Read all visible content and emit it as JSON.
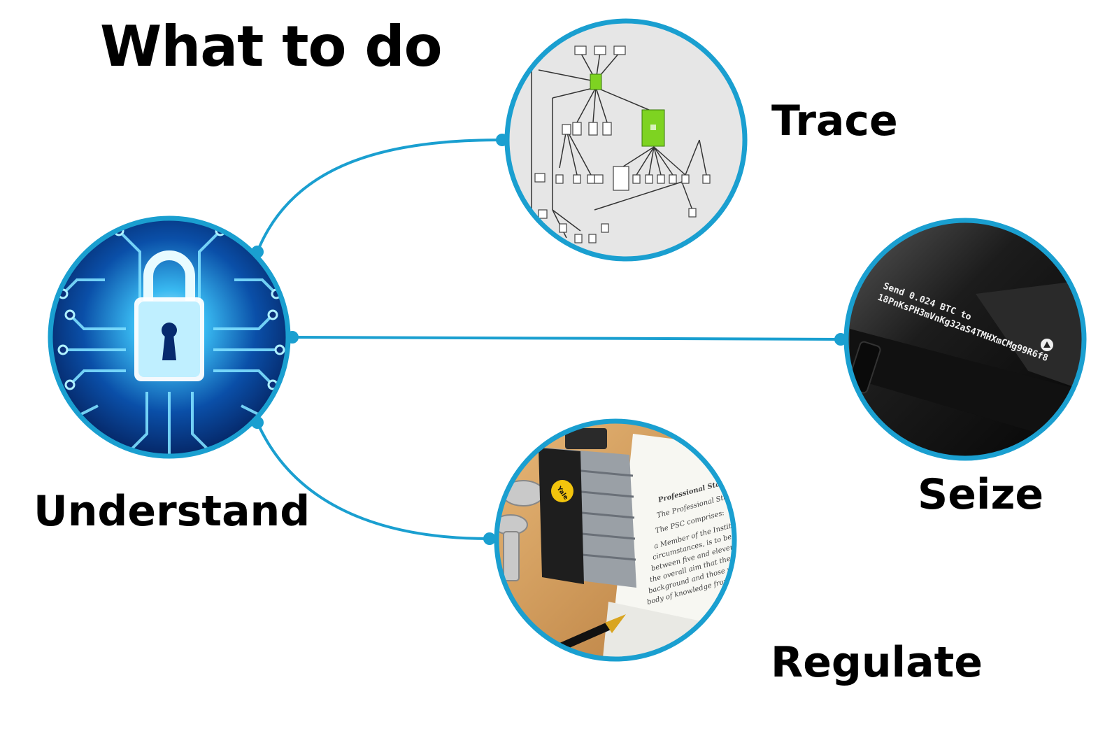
{
  "title": "What to do",
  "nodes": {
    "understand": {
      "label": "Understand",
      "image": "circuit-padlock-icon"
    },
    "trace": {
      "label": "Trace",
      "image": "transaction-graph-image"
    },
    "seize": {
      "label": "Seize",
      "image": "hardware-wallet-image",
      "screen_line1": "Send 0.024 BTC to",
      "screen_line2": "18PnKsPH3mVnKg32aS4TMHXmCMg99R6f8"
    },
    "regulate": {
      "label": "Regulate",
      "image": "padlock-on-document-image",
      "doc_lines": [
        "Professional Standards C",
        "The Professional Standards",
        "The PSC comprises:",
        "a Member of the Institute a",
        "circumstances, is to be a me",
        "between five and eleven oth",
        "the overall aim that there sh",
        "background and those with",
        "body of knowledge from bo"
      ],
      "lock_brand": "Yale"
    }
  },
  "colors": {
    "accent": "#1a9fd0",
    "text": "#000000",
    "background": "#ffffff"
  }
}
